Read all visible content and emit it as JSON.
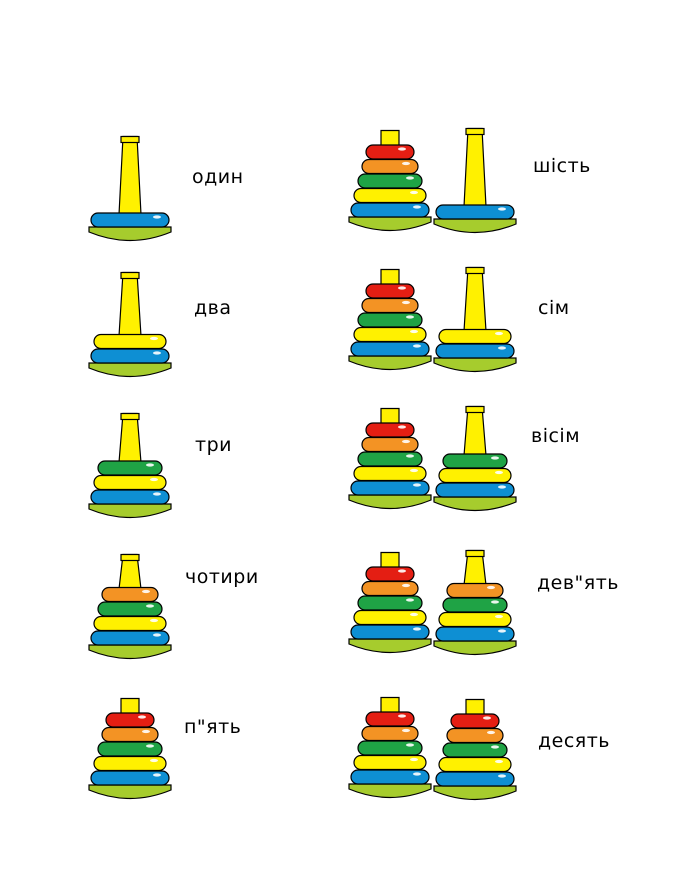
{
  "colors": {
    "red": "#e41e13",
    "orange": "#f39324",
    "green": "#1fa345",
    "yellow": "#fff100",
    "blue": "#0e8fd3",
    "base": "#a6cc2d",
    "outline": "#000000"
  },
  "words": [
    {
      "id": "one",
      "text": "один",
      "count": 1
    },
    {
      "id": "two",
      "text": "два",
      "count": 2
    },
    {
      "id": "three",
      "text": "три",
      "count": 3
    },
    {
      "id": "four",
      "text": "чотири",
      "count": 4
    },
    {
      "id": "five",
      "text": "п\"ять",
      "count": 5
    },
    {
      "id": "six",
      "text": "шість",
      "count": 6
    },
    {
      "id": "seven",
      "text": "сім",
      "count": 7
    },
    {
      "id": "eight",
      "text": "вісім",
      "count": 8
    },
    {
      "id": "nine",
      "text": "дев\"ять",
      "count": 9
    },
    {
      "id": "ten",
      "text": "десять",
      "count": 10
    }
  ]
}
